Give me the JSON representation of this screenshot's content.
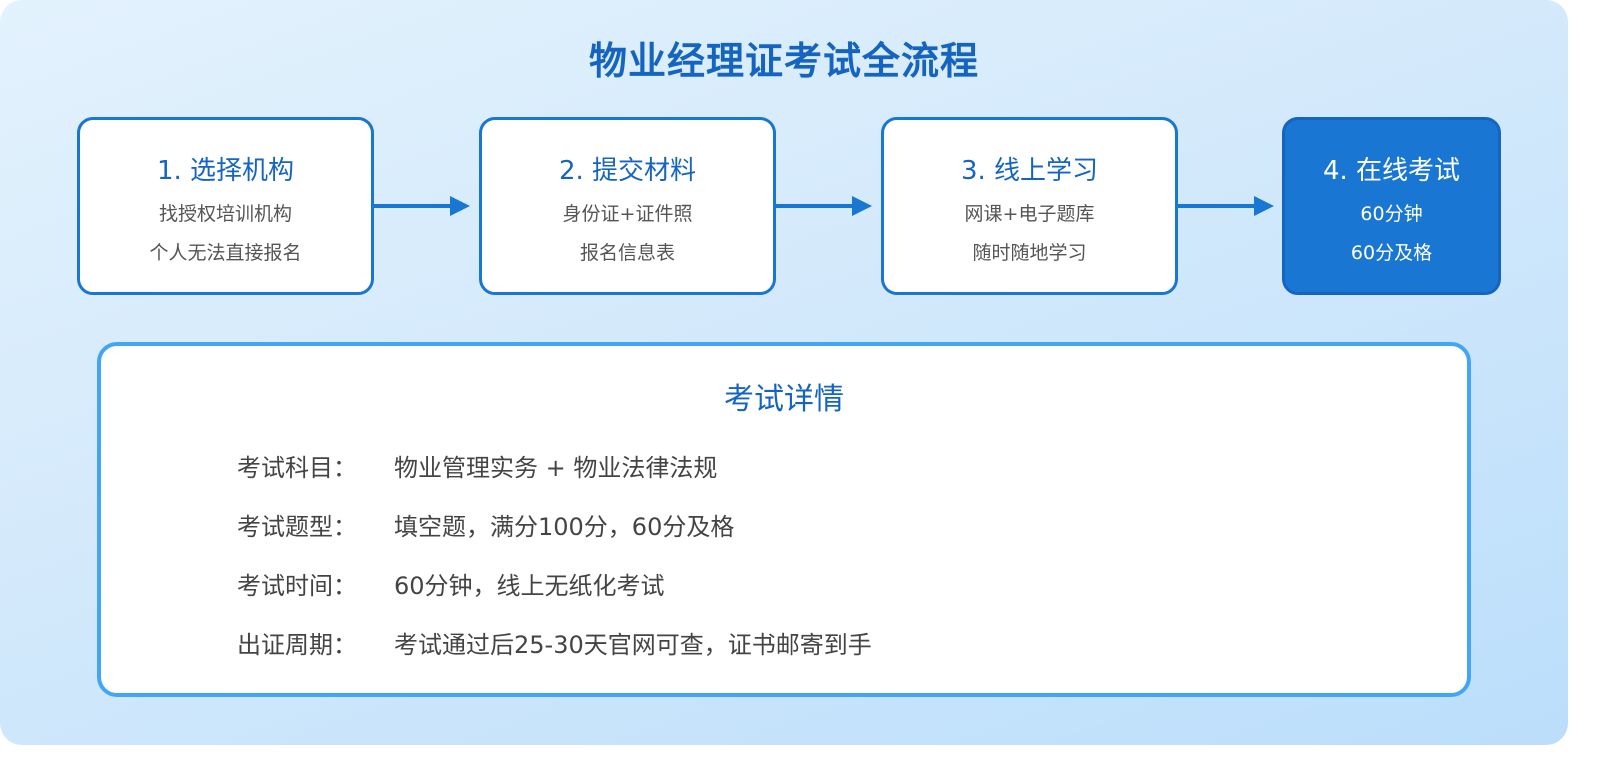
{
  "title": "物业经理证考试全流程",
  "colors": {
    "primary": "#1976d2",
    "title_blue": "#1565c0",
    "details_border": "#42a5f5",
    "background_start": "#e3f2fd",
    "background_end": "#bbdefb",
    "body_text": "#555555"
  },
  "steps": [
    {
      "title": "1. 选择机构",
      "lines": [
        "找授权培训机构",
        "个人无法直接报名"
      ],
      "active": false
    },
    {
      "title": "2. 提交材料",
      "lines": [
        "身份证+证件照",
        "报名信息表"
      ],
      "active": false
    },
    {
      "title": "3. 线上学习",
      "lines": [
        "网课+电子题库",
        "随时随地学习"
      ],
      "active": false
    },
    {
      "title": "4. 在线考试",
      "lines": [
        "60分钟",
        "60分及格"
      ],
      "active": true
    }
  ],
  "arrows": [
    "arrow-right-icon",
    "arrow-right-icon",
    "arrow-right-icon"
  ],
  "details": {
    "title": "考试详情",
    "rows": [
      {
        "label": "考试科目：",
        "value": "物业管理实务 + 物业法律法规"
      },
      {
        "label": "考试题型：",
        "value": "填空题，满分100分，60分及格"
      },
      {
        "label": "考试时间：",
        "value": "60分钟，线上无纸化考试"
      },
      {
        "label": "出证周期：",
        "value": "考试通过后25-30天官网可查，证书邮寄到手"
      }
    ]
  }
}
